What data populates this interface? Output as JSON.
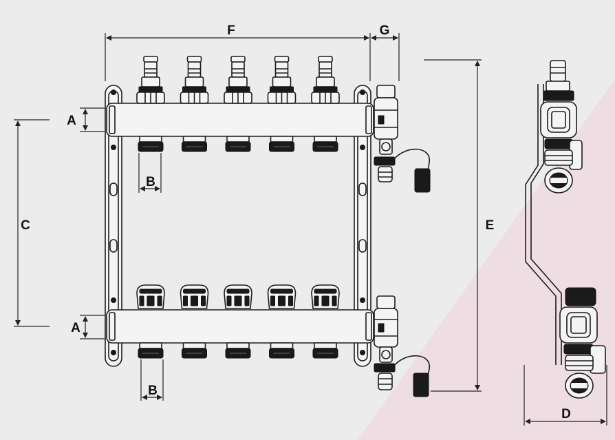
{
  "labels": {
    "A_top": "A",
    "A_bottom": "A",
    "B_top": "B",
    "B_bottom": "B",
    "C": "C",
    "D": "D",
    "E": "E",
    "F": "F",
    "G": "G"
  },
  "colors": {
    "background": "#ececec",
    "accent_triangle": "#eedde3",
    "line": "#1c1c1c",
    "handle_dark": "#1a1a1a"
  },
  "outlet_count": 5
}
